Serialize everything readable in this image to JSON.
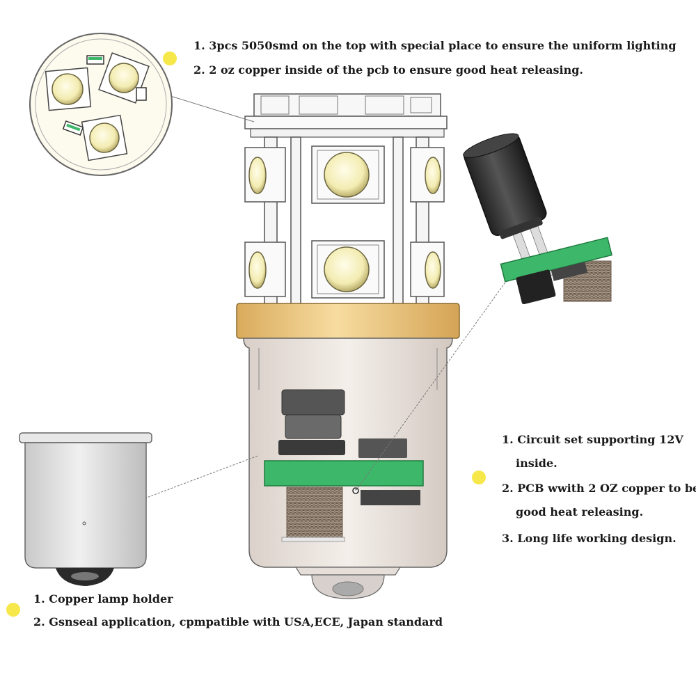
{
  "colors": {
    "bullet_dot": "#f6e84a",
    "base_collar": "#f0c877",
    "pcb_green": "#3db86a",
    "led_chip": "#f7f3c6",
    "body_outline": "#555555"
  },
  "notes": {
    "top": {
      "line1": "1. 3pcs 5050smd on the top with special place to ensure the uniform lighting",
      "line2": "2. 2 oz copper inside of the pcb to ensure good heat releasing."
    },
    "right": {
      "line1": "1. Circuit set supporting 12V",
      "line1b": "inside.",
      "line2": "2. PCB wwith 2 OZ copper to be",
      "line2b": "good heat releasing.",
      "line3": "3. Long life working design."
    },
    "bottom": {
      "line1": "1. Copper lamp holder",
      "line2": "2. Gsnseal application, cpmpatible with USA,ECE, Japan standard"
    }
  },
  "icons": {
    "bullet": "yellow-dot-icon",
    "capacitor": "capacitor-icon",
    "lamp_holder": "lamp-holder-icon",
    "led_bulb": "led-bulb-icon"
  }
}
